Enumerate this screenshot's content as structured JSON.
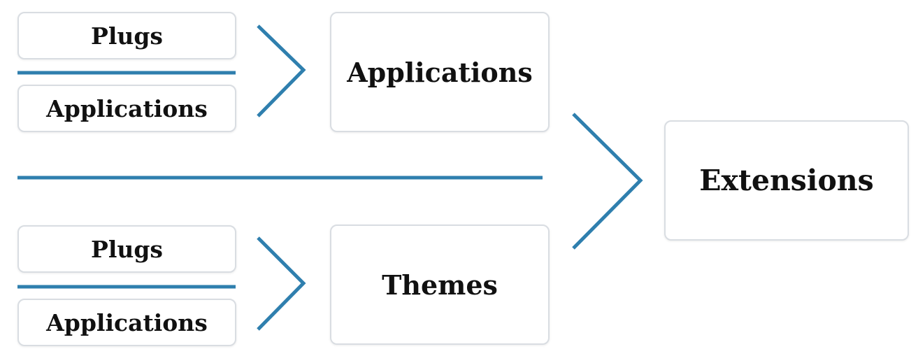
{
  "top_group": {
    "input_1": "Plugs",
    "input_2": "Applications",
    "output": "Applications"
  },
  "bottom_group": {
    "input_1": "Plugs",
    "input_2": "Applications",
    "output": "Themes"
  },
  "final_output": "Extensions",
  "colors": {
    "connector": "#2f7fae",
    "box_border": "#d9dde2",
    "text": "#111111"
  }
}
